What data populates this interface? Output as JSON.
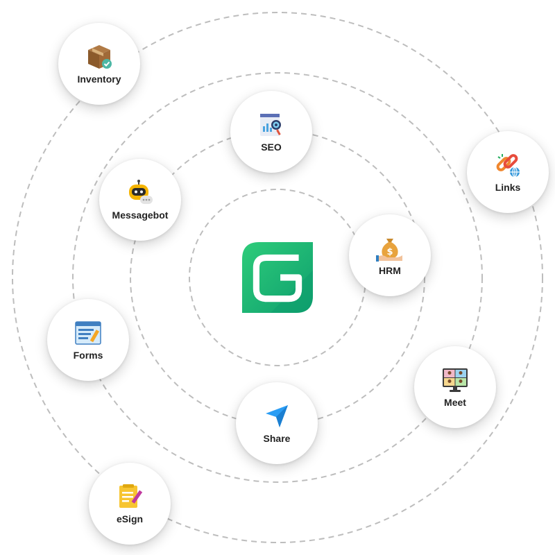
{
  "brand": {
    "logo_icon": "g-logo-icon",
    "colors": {
      "green_light": "#2ecc7a",
      "green_dark": "#0e9f6e",
      "orbit_stroke": "#bdbdbd",
      "label_text": "#222222"
    }
  },
  "apps": [
    {
      "key": "inventory",
      "label": "Inventory",
      "icon": "box-icon"
    },
    {
      "key": "seo",
      "label": "SEO",
      "icon": "seo-report-icon"
    },
    {
      "key": "links",
      "label": "Links",
      "icon": "link-icon"
    },
    {
      "key": "messagebot",
      "label": "Messagebot",
      "icon": "robot-icon"
    },
    {
      "key": "hrm",
      "label": "HRM",
      "icon": "money-bag-icon"
    },
    {
      "key": "forms",
      "label": "Forms",
      "icon": "form-icon"
    },
    {
      "key": "meet",
      "label": "Meet",
      "icon": "video-meeting-icon"
    },
    {
      "key": "share",
      "label": "Share",
      "icon": "paper-plane-icon"
    },
    {
      "key": "esign",
      "label": "eSign",
      "icon": "signature-icon"
    }
  ]
}
